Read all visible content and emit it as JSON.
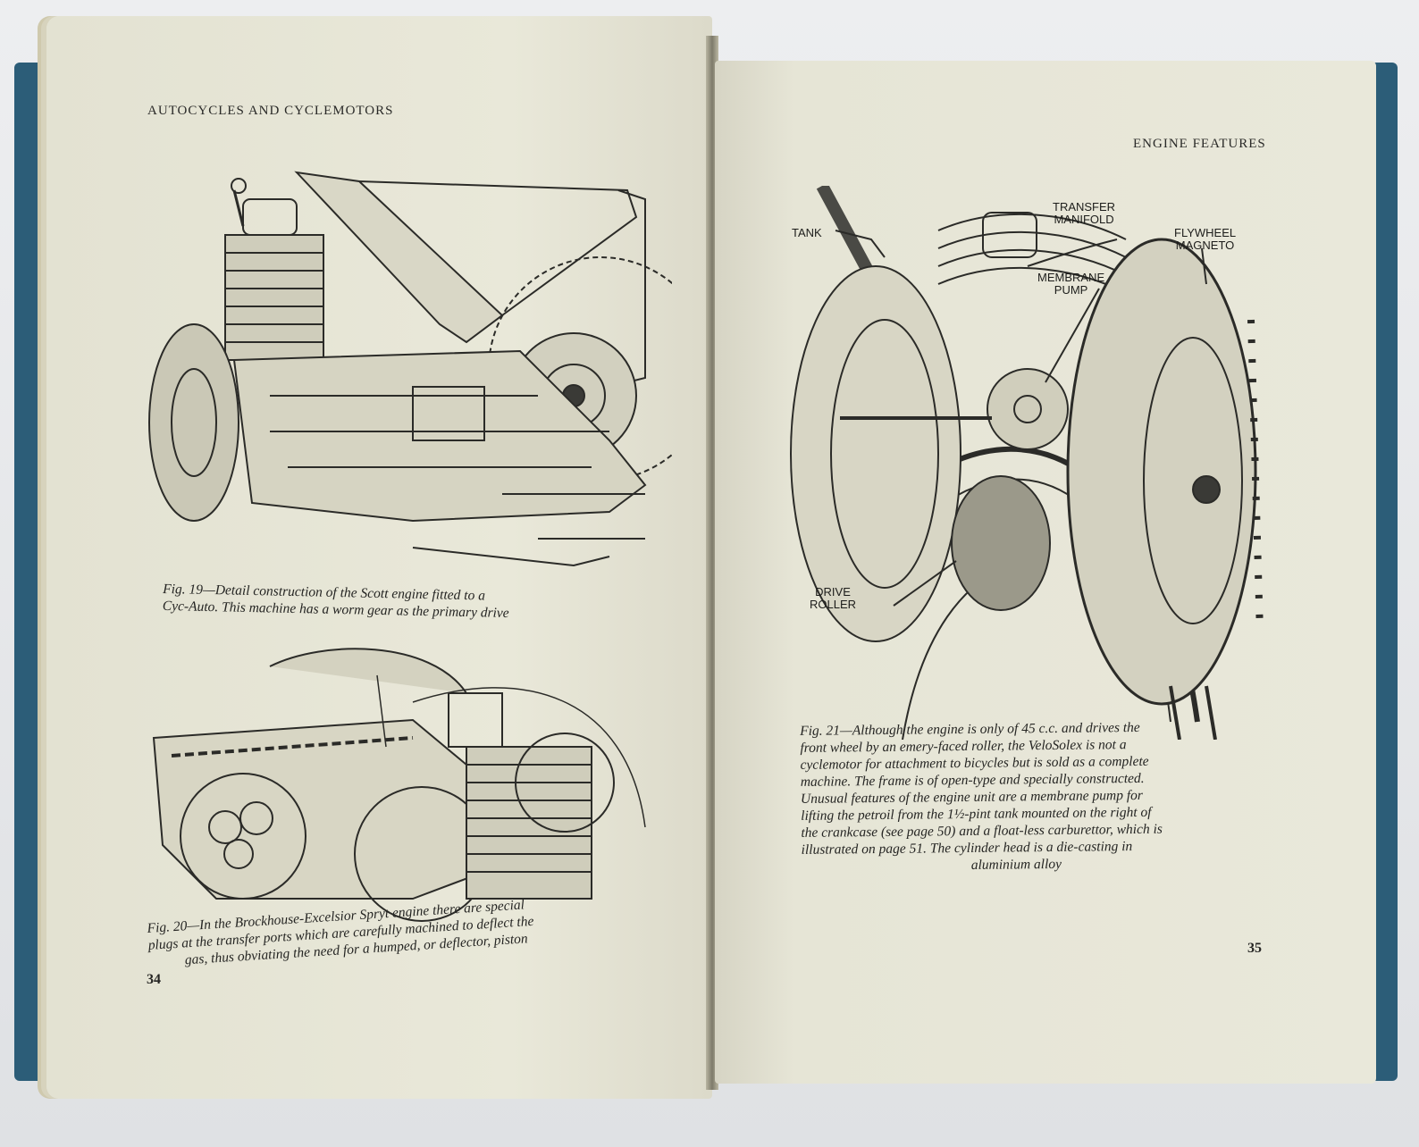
{
  "left_page": {
    "running_head": "AUTOCYCLES AND CYCLEMOTORS",
    "fig19_caption_line1": "Fig. 19—Detail construction of the Scott engine fitted to a",
    "fig19_caption_line2": "Cyc-Auto.  This machine has a worm gear as the primary drive",
    "fig20_caption_line1": "Fig. 20—In the Brockhouse-Excelsior Spryt engine there are special",
    "fig20_caption_line2": "plugs at the transfer ports which are carefully machined to deflect the",
    "fig20_caption_line3": "gas, thus obviating the need for a humped, or deflector, piston",
    "page_number": "34"
  },
  "right_page": {
    "running_head": "ENGINE FEATURES",
    "labels": {
      "tank": "TANK",
      "transfer_manifold_1": "TRANSFER",
      "transfer_manifold_2": "MANIFOLD",
      "flywheel_magneto_1": "FLYWHEEL",
      "flywheel_magneto_2": "MAGNETO",
      "membrane_pump_1": "MEMBRANE",
      "membrane_pump_2": "PUMP",
      "drive_roller_1": "DRIVE",
      "drive_roller_2": "ROLLER"
    },
    "fig21_caption": [
      "Fig. 21—Although the engine is only of 45 c.c. and drives the",
      "front wheel by an emery-faced roller, the VeloSolex is not a",
      "cyclemotor for attachment to bicycles but is sold as a complete",
      "machine.  The frame is of open-type and specially constructed.",
      "Unusual features of the engine unit are a membrane pump for",
      "lifting the petroil from the 1½-pint tank mounted on the right of",
      "the crankcase (see page 50) and a  float-less carburettor, which is",
      "illustrated on page 51.  The cylinder head is a die-casting in",
      "aluminium alloy"
    ],
    "page_number": "35"
  },
  "colors": {
    "paper": "#e8e7d8",
    "ink": "#252523",
    "cover": "#2c5d78"
  }
}
